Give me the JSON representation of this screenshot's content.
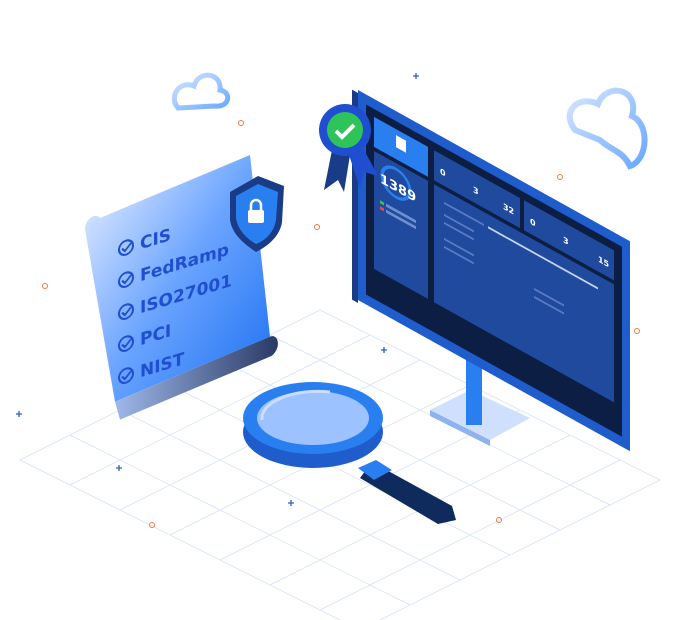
{
  "checklist": {
    "items": [
      {
        "label": "CIS",
        "checked": true
      },
      {
        "label": "FedRamp",
        "checked": true
      },
      {
        "label": "ISO27001",
        "checked": true
      },
      {
        "label": "PCI",
        "checked": true
      },
      {
        "label": "NIST",
        "checked": true
      }
    ]
  },
  "dashboard": {
    "total": "1389",
    "card1": [
      "0",
      "3",
      "32"
    ],
    "card2": [
      "0",
      "3",
      "15"
    ]
  },
  "colors": {
    "primary": "#2a7ff0",
    "dark_blue": "#0f2a5c",
    "screen": "#1b3f8f",
    "success": "#2ec45a",
    "accent_orange": "#f07a3a"
  }
}
